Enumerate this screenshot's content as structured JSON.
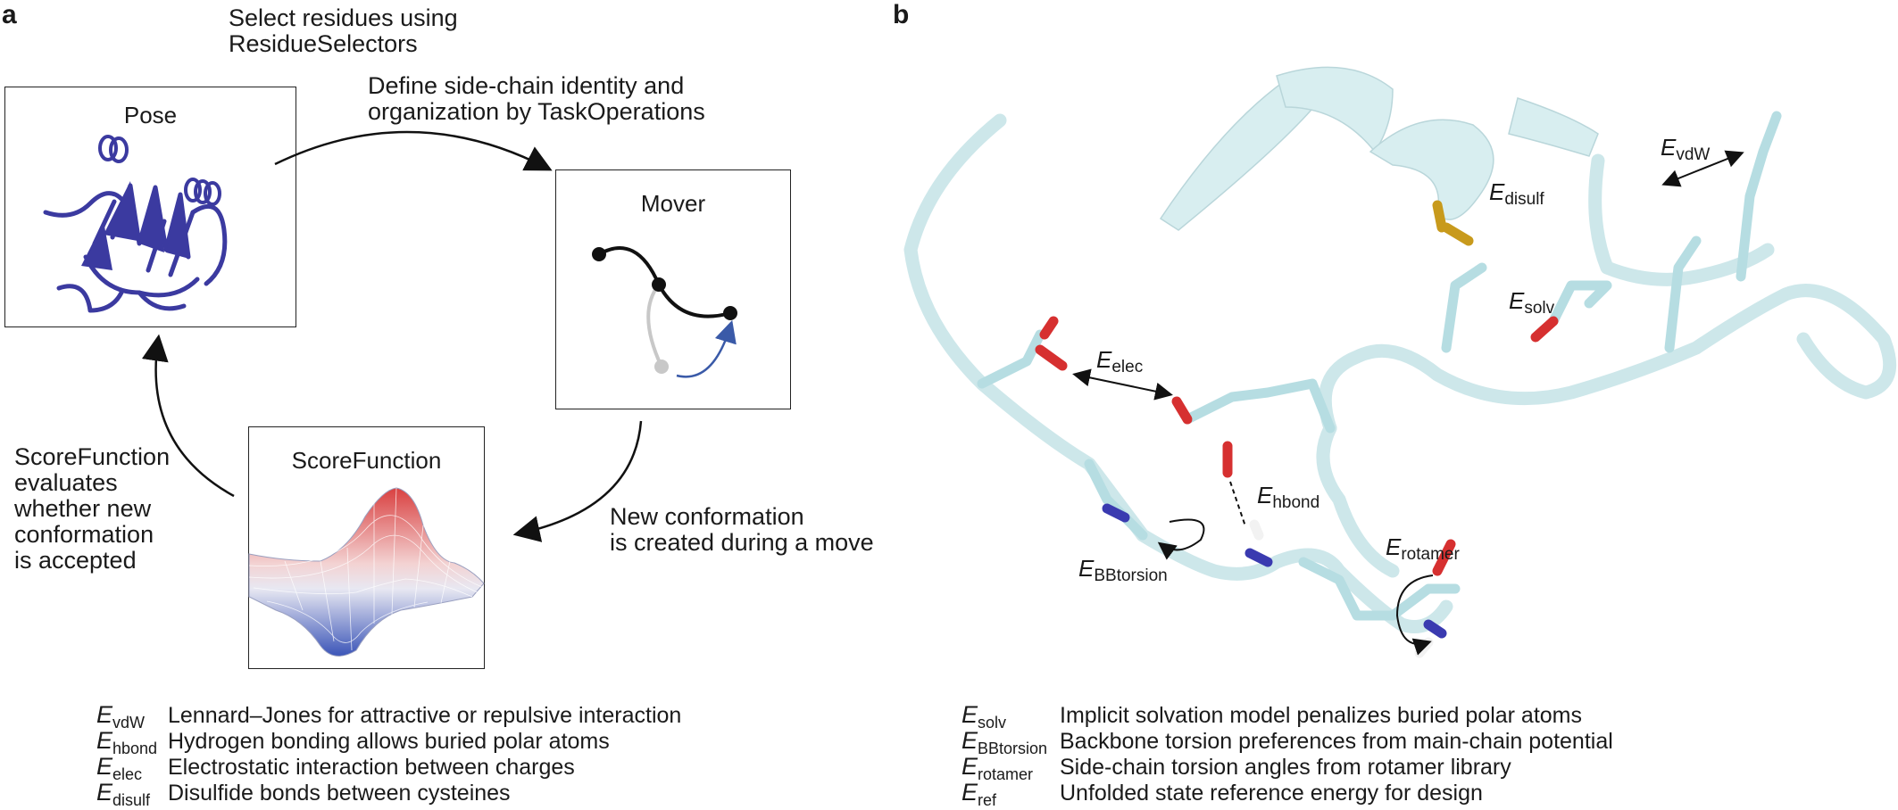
{
  "panel_a": {
    "letter": "a",
    "caption_top_1": "Select residues using",
    "caption_top_2": "ResidueSelectors",
    "caption_define_1": "Define side-chain identity and",
    "caption_define_2": "organization by TaskOperations",
    "caption_new_1": "New conformation",
    "caption_new_2": "is created during a move",
    "caption_score_1": "ScoreFunction",
    "caption_score_2": "evaluates",
    "caption_score_3": "whether new",
    "caption_score_4": "conformation",
    "caption_score_5": "is accepted",
    "pose_title": "Pose",
    "mover_title": "Mover",
    "score_title": "ScoreFunction"
  },
  "panel_b": {
    "letter": "b",
    "labels": {
      "vdw": {
        "sym": "E",
        "sub": "vdW"
      },
      "disulf": {
        "sym": "E",
        "sub": "disulf"
      },
      "solv": {
        "sym": "E",
        "sub": "solv"
      },
      "elec": {
        "sym": "E",
        "sub": "elec"
      },
      "hbond": {
        "sym": "E",
        "sub": "hbond"
      },
      "bbtorsion": {
        "sym": "E",
        "sub": "BBtorsion"
      },
      "rotamer": {
        "sym": "E",
        "sub": "rotamer"
      }
    }
  },
  "legend_left": [
    {
      "sym": "E",
      "sub": "vdW",
      "text": "Lennard–Jones for attractive or repulsive interaction"
    },
    {
      "sym": "E",
      "sub": "hbond",
      "text": "Hydrogen bonding allows buried polar atoms"
    },
    {
      "sym": "E",
      "sub": "elec",
      "text": "Electrostatic interaction between charges"
    },
    {
      "sym": "E",
      "sub": "disulf",
      "text": "Disulfide bonds between cysteines"
    }
  ],
  "legend_right": [
    {
      "sym": "E",
      "sub": "solv",
      "text": "Implicit solvation model penalizes buried polar atoms"
    },
    {
      "sym": "E",
      "sub": "BBtorsion",
      "text": "Backbone torsion preferences from main-chain potential"
    },
    {
      "sym": "E",
      "sub": "rotamer",
      "text": "Side-chain torsion angles from rotamer library"
    },
    {
      "sym": "E",
      "sub": "ref",
      "text": "Unfolded state reference energy for design"
    }
  ],
  "colors": {
    "protein_cartoon": "#3b3aa0",
    "backbone_tube": "#d5ecef",
    "oxygen": "#d63030",
    "nitrogen": "#3a3ab0",
    "sulfur": "#c89a1c",
    "hydrogen": "#f2f2f2",
    "mover_arrow": "#3a5aa8",
    "surface_high": "#d94040",
    "surface_low": "#3b55b8"
  }
}
